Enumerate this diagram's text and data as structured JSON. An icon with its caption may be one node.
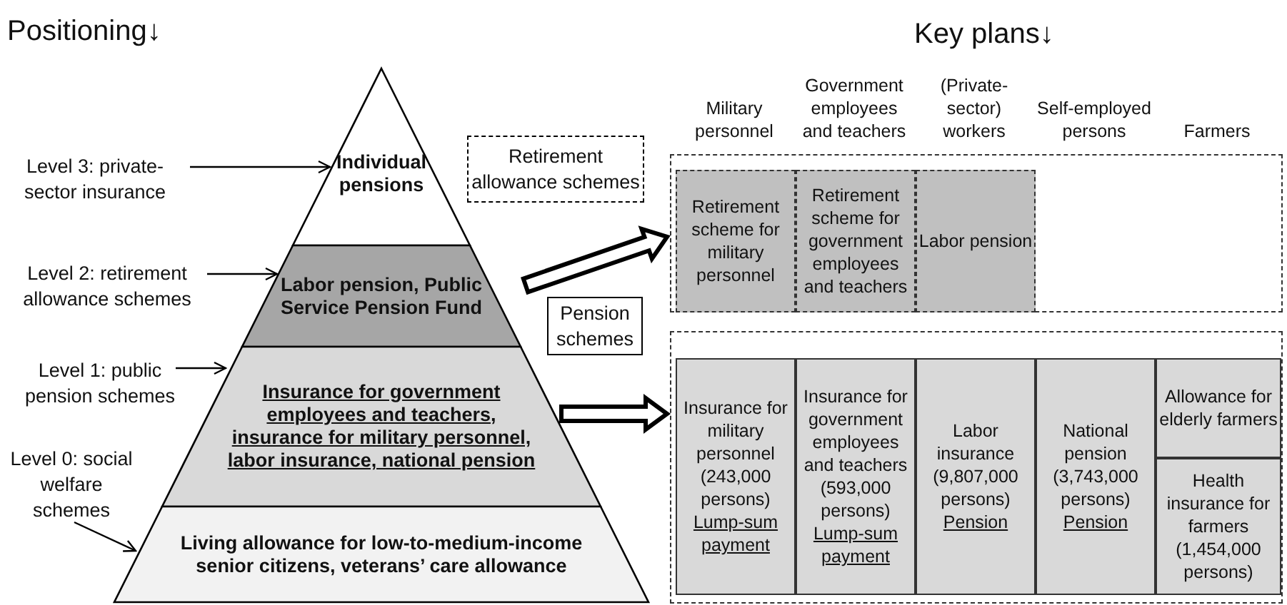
{
  "diagram": {
    "nodes": [
      {
        "text": [
          "Level 3: private-sector insurance"
        ]
      },
      {
        "text": [
          "Individual pensions"
        ]
      },
      {
        "text": [
          "Level 2: retirement allowance schemes"
        ]
      },
      {
        "text": [
          "Labor pension, Public Service Pension Fund"
        ]
      },
      {
        "text": [
          "Level 1: public pension schemes"
        ]
      },
      {
        "text": [
          "Insurance for government employees and teachers, insurance for military personnel, labor insurance, national pension"
        ]
      },
      {
        "text": [
          "Level 0: social welfare schemes"
        ]
      },
      {
        "text": [
          "Living allowance for low-to-medium-income senior citizens, veterans’ care allowance"
        ]
      },
      {
        "text": [
          "Retirement allowance schemes"
        ]
      },
      {
        "text": [
          "Pension schemes"
        ]
      },
      {
        "text": [],
        "shape": "box"
      },
      {
        "text": [],
        "shape": "box"
      },
      {
        "text": [
          "Retirement scheme for military personnel"
        ],
        "in": 10
      },
      {
        "text": [
          "Retirement scheme for government employees and teachers"
        ],
        "in": 10
      },
      {
        "text": [
          "Labor pension"
        ],
        "in": 10
      },
      {
        "text": [
          "Insurance for military personnel (243,000 persons)",
          "Lump-sum payment"
        ],
        "in": 11
      },
      {
        "text": [
          "Insurance for government employees and teachers (593,000 persons)",
          "Lump-sum payment"
        ],
        "in": 11
      },
      {
        "text": [
          "Labor insurance (9,807,000 persons)",
          "Pension"
        ],
        "in": 11
      },
      {
        "text": [
          "National pension (3,743,000 persons)",
          "Pension"
        ],
        "in": 11
      },
      {
        "text": [
          "Allowance for elderly farmers"
        ],
        "in": 11
      },
      {
        "text": [
          "Health insurance for farmers (1,454,000 persons)"
        ],
        "in": 11
      }
    ],
    "edges": [
      {
        "from": 0,
        "to": 1,
        "arrow": "to"
      },
      {
        "from": 2,
        "to": 3,
        "arrow": "to"
      },
      {
        "from": 4,
        "to": 5,
        "arrow": "to"
      },
      {
        "from": 6,
        "to": 7,
        "arrow": "to"
      },
      {
        "from": 3,
        "to": 10,
        "arrow": "to",
        "style": "thick"
      },
      {
        "from": 5,
        "to": 11,
        "arrow": "to",
        "style": "thick"
      }
    ],
    "labels": [
      "Positioning↓",
      "Key plans↓",
      "Military personnel",
      "Government employees and teachers",
      "(Private-sector) workers",
      "Self-employed persons",
      "Farmers"
    ]
  }
}
